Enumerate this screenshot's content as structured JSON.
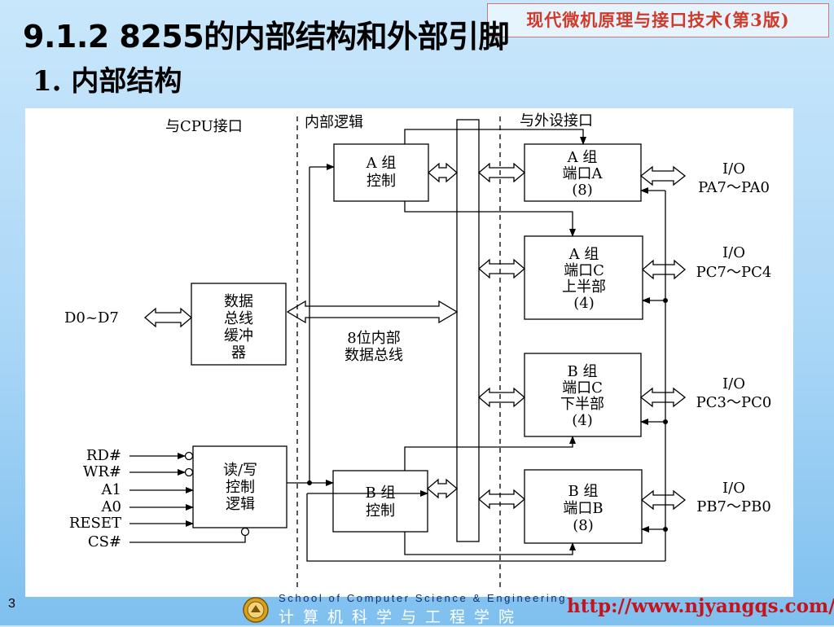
{
  "slide": {
    "book_title": "现代微机原理与接口技术(第3版)",
    "title": "9.1.2  8255的内部结构和外部引脚",
    "subtitle": "1. 内部结构",
    "page_number": "3"
  },
  "diagram": {
    "region_cpu": "与CPU接口",
    "region_internal": "内部逻辑",
    "region_external": "与外设接口",
    "buffer_lines": [
      "数据",
      "总线",
      "缓冲",
      "器"
    ],
    "rw_lines": [
      "读/写",
      "控制",
      "逻辑"
    ],
    "group_a_control": [
      "A 组",
      "控制"
    ],
    "group_b_control": [
      "B 组",
      "控制"
    ],
    "port_a": [
      "A 组",
      "端口A",
      "(8)"
    ],
    "port_c_upper": [
      "A 组",
      "端口C",
      "上半部",
      "(4)"
    ],
    "port_c_lower": [
      "B 组",
      "端口C",
      "下半部",
      "(4)"
    ],
    "port_b": [
      "B 组",
      "端口B",
      "(8)"
    ],
    "io_label": "I/O",
    "pa_pins": "PA7～PA0",
    "pc_upper_pins": "PC7～PC4",
    "pc_lower_pins": "PC3～PC0",
    "pb_pins": "PB7～PB0",
    "data_pins": "D0~D7",
    "internal_bus": [
      "8位内部",
      "数据总线"
    ],
    "inputs": [
      "RD#",
      "WR#",
      "A1",
      "A0",
      "RESET",
      "CS#"
    ]
  },
  "footer": {
    "school_en": "School of Computer Science & Engineering",
    "school_cn": "计算机科学与工程学院",
    "url": "http://www.njyangqs.com/"
  },
  "colors": {
    "book_title": "#d13a2a",
    "url": "#c4141c",
    "footer_en": "#11306b"
  }
}
